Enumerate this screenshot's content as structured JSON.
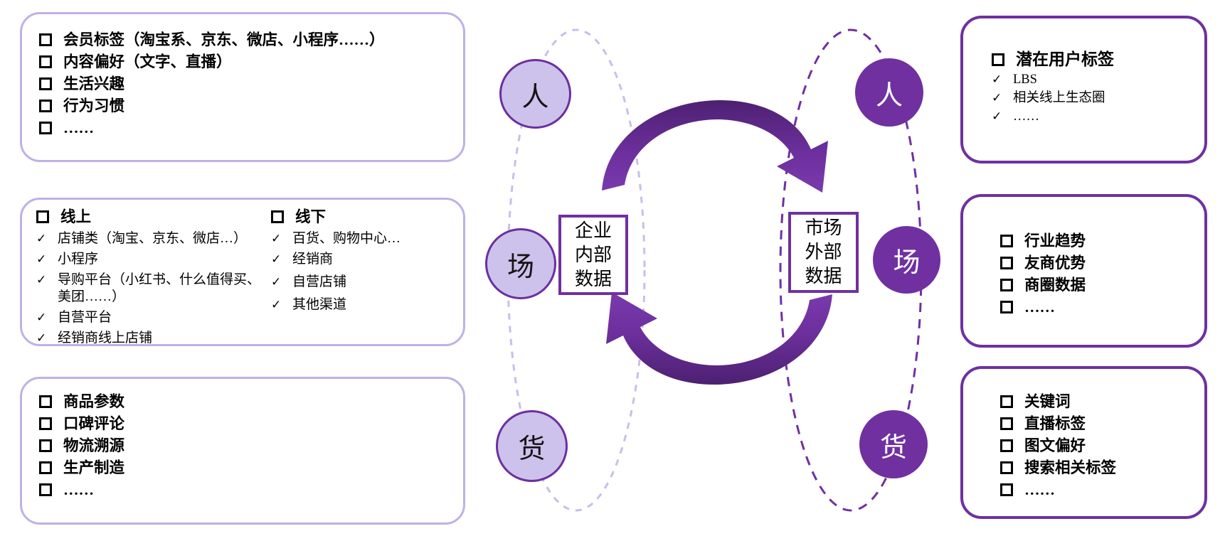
{
  "colors": {
    "light_purple_border": "#BFB1E4",
    "light_purple_fill": "#CDC2EB",
    "dark_purple": "#7030A0",
    "arrow_dark": "#4D2071",
    "arrow_light": "#7A3AAD",
    "internal_orbit_dash": "#C7BFE9"
  },
  "icons": {
    "check": "✓"
  },
  "left_column": {
    "box_member_tags": {
      "items": [
        "会员标签（淘宝系、京东、微店、小程序……）",
        "内容偏好（文字、直播）",
        "生活兴趣",
        "行为习惯",
        "……"
      ]
    },
    "box_channels": {
      "online": {
        "header": "线上",
        "items": [
          "店铺类（淘宝、京东、微店…）",
          "小程序",
          "导购平台（小红书、什么值得买、美团……）",
          "自营平台",
          "经销商线上店铺"
        ]
      },
      "offline": {
        "header": "线下",
        "items": [
          "百货、购物中心…",
          "经销商",
          "自营店铺",
          "其他渠道"
        ]
      }
    },
    "box_product": {
      "items": [
        "商品参数",
        "口碑评论",
        "物流溯源",
        "生产制造",
        "……"
      ]
    }
  },
  "center": {
    "internal_circle_labels": [
      "人",
      "场",
      "货"
    ],
    "external_circle_labels": [
      "人",
      "场",
      "货"
    ],
    "internal_box_lines": [
      "企业",
      "内部",
      "数据"
    ],
    "external_box_lines": [
      "市场",
      "外部",
      "数据"
    ]
  },
  "right_column": {
    "box_potential_users": {
      "header": "潜在用户标签",
      "items": [
        "LBS",
        "相关线上生态圈",
        "……"
      ]
    },
    "box_market": {
      "items": [
        "行业趋势",
        "友商优势",
        "商圈数据",
        "……"
      ]
    },
    "box_content_tags": {
      "items": [
        "关键词",
        "直播标签",
        "图文偏好",
        "搜索相关标签",
        "……"
      ]
    }
  }
}
